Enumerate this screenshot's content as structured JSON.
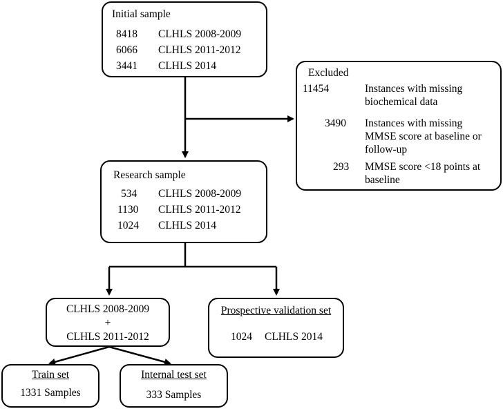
{
  "initial_sample": {
    "title": "Initial sample",
    "rows": [
      {
        "count": "8418",
        "label": "CLHLS 2008-2009"
      },
      {
        "count": "6066",
        "label": "CLHLS 2011-2012"
      },
      {
        "count": "3441",
        "label": "CLHLS 2014"
      }
    ]
  },
  "excluded": {
    "title": "Excluded",
    "rows": [
      {
        "count": "11454",
        "label": "Instances with missing biochemical data"
      },
      {
        "count": "3490",
        "label": "Instances with missing MMSE score at baseline or follow-up"
      },
      {
        "count": "293",
        "label": "MMSE score <18 points at baseline"
      }
    ]
  },
  "research_sample": {
    "title": "Research sample",
    "rows": [
      {
        "count": "534",
        "label": "CLHLS 2008-2009"
      },
      {
        "count": "1130",
        "label": "CLHLS 2011-2012"
      },
      {
        "count": "1024",
        "label": "CLHLS 2014"
      }
    ]
  },
  "combined": {
    "line1": "CLHLS 2008-2009",
    "plus": "+",
    "line2": "CLHLS 2011-2012"
  },
  "prospective": {
    "title": "Prospective validation set",
    "count": "1024",
    "label": "CLHLS 2014"
  },
  "train": {
    "title": "Train set",
    "text": "1331 Samples"
  },
  "internal_test": {
    "title": "Internal test set",
    "text": "333 Samples"
  }
}
